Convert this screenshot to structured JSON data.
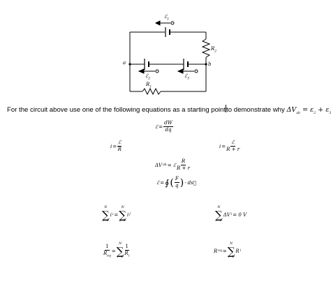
{
  "circuit": {
    "labels": {
      "emf1": "ℰ",
      "emf1_sub": "1",
      "emf2": "ℰ",
      "emf2_sub": "2",
      "emf3": "ℰ",
      "emf3_sub": "3",
      "r2": "R",
      "r2_sub": "2",
      "r1": "R",
      "r1_sub": "1",
      "node_a": "a",
      "node_b": "b"
    }
  },
  "question": {
    "prefix": "For the circuit above use one of the following equations as a starting point",
    "middle": "to demonstrate why ",
    "expr_dv": "ΔV",
    "expr_dv_sub": "ab",
    "expr_rest": " = ε",
    "expr_sub2": "2",
    "expr_plus": " + ε",
    "expr_sub3": "3",
    "expr_end": "."
  },
  "equations": {
    "eq1": {
      "lhs": "ℰ",
      "op": "=",
      "num": "dW",
      "den": "dq"
    },
    "eq2": {
      "lhs": "i",
      "op": "=",
      "num": "ℰ",
      "den": "R"
    },
    "eq3": {
      "lhs": "i",
      "op": "=",
      "num": "ℰ",
      "den": "R + r"
    },
    "eq4": {
      "lhs": "ΔV",
      "lhs_sub": "ab",
      "op": "= ℰ",
      "num": "R",
      "den": "R + r"
    },
    "eq5": {
      "lhs": "ℰ",
      "op": "=",
      "integral": "∮",
      "lpar": "(",
      "num": "F",
      "den": "q",
      "rpar": ")",
      "rest": "· ds⃗"
    },
    "eq6": {
      "top1": "N",
      "var1": "i",
      "var1_sub": "i",
      "bot1": "i=1",
      "op": "=",
      "top2": "N",
      "var2": "i",
      "var2_sub": "f",
      "bot2": "f=1"
    },
    "eq7": {
      "top": "N",
      "var": "ΔV",
      "var_sub": "i",
      "op": "= 0 V",
      "bot": "i=1"
    },
    "eq8": {
      "num1": "1",
      "den1": "R",
      "den1_sub": "eq",
      "op": "=",
      "top": "N",
      "bot": "i=1",
      "num2": "1",
      "den2": "R",
      "den2_sub": "i"
    },
    "eq9": {
      "lhs": "R",
      "lhs_sub": "eq",
      "op": "=",
      "top": "N",
      "bot": "i=1",
      "var": "R",
      "var_sub": "i"
    }
  }
}
